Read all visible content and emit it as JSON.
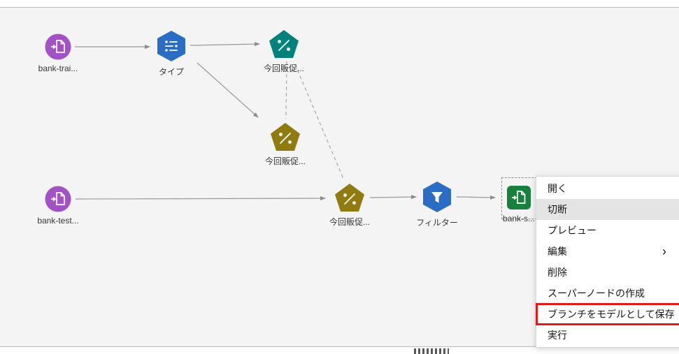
{
  "canvas": {
    "nodes": [
      {
        "label": "bank-trai...",
        "kind": "import"
      },
      {
        "label": "タイプ",
        "kind": "type"
      },
      {
        "label": "今回販促...",
        "kind": "model-build"
      },
      {
        "label": "今回販促...",
        "kind": "model-nugget"
      },
      {
        "label": "bank-test...",
        "kind": "import"
      },
      {
        "label": "今回販促...",
        "kind": "model-nugget"
      },
      {
        "label": "フィルター",
        "kind": "filter"
      },
      {
        "label": "bank-s...",
        "kind": "export"
      }
    ]
  },
  "context_menu": {
    "items": [
      {
        "label": "開く"
      },
      {
        "label": "切断",
        "highlighted": true
      },
      {
        "label": "プレビュー"
      },
      {
        "label": "編集",
        "has_submenu": true
      },
      {
        "label": "削除"
      },
      {
        "label": "スーパーノードの作成"
      },
      {
        "label": "ブランチをモデルとして保存",
        "annotated": true
      },
      {
        "label": "実行"
      }
    ],
    "submenu_arrow": "›"
  },
  "colors": {
    "import_node": "#a352c6",
    "hexagon_node": "#2b6cc4",
    "model_teal": "#00827a",
    "model_gold": "#8f7b10",
    "export_green": "#17803d",
    "annotation_red": "#df1a1a",
    "edge_gray": "#999999"
  }
}
